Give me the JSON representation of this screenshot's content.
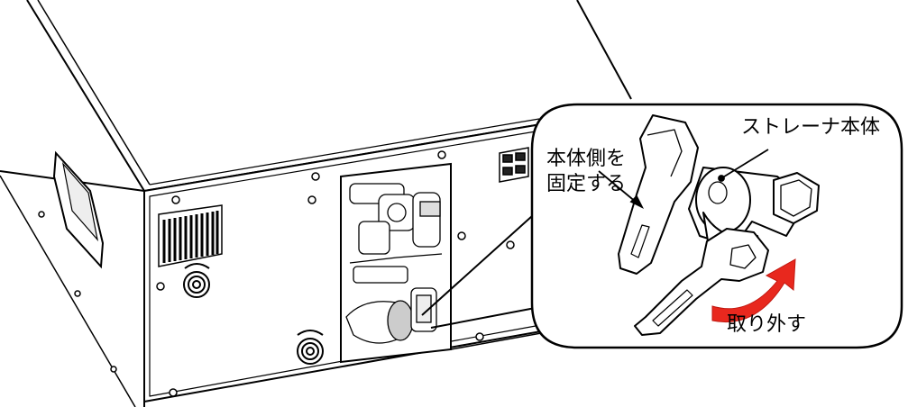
{
  "callout": {
    "hold_label_line1": "本体側を",
    "hold_label_line2": "固定する",
    "strainer_label": "ストレーナ本体",
    "remove_label": "取り外す"
  },
  "colors": {
    "outline": "#000000",
    "arrow": "#e8281e",
    "background": "#ffffff"
  }
}
